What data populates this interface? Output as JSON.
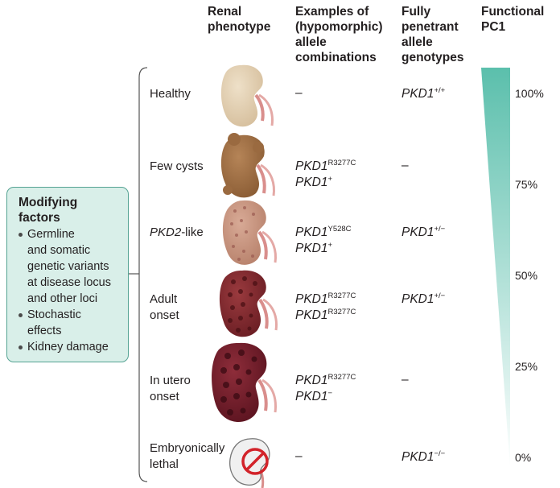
{
  "headers": {
    "renal_phenotype": [
      "Renal",
      "phenotype"
    ],
    "allele_combinations": [
      "Examples of",
      "(hypomorphic)",
      "allele",
      "combinations"
    ],
    "genotypes": [
      "Fully",
      "penetrant",
      "allele",
      "genotypes"
    ],
    "functional_pc1": [
      "Functional",
      "PC1"
    ]
  },
  "modifying_factors": {
    "title": [
      "Modifying",
      "factors"
    ],
    "items": [
      [
        "Germline",
        "and somatic",
        "genetic variants",
        "at disease locus",
        "and other loci"
      ],
      [
        "Stochastic",
        "effects"
      ],
      [
        "Kidney damage"
      ]
    ]
  },
  "rows": [
    {
      "phenotype": [
        "Healthy"
      ],
      "alleles": [],
      "alleles_dash": "–",
      "genotype": {
        "gene": "PKD1",
        "sup": "+/+"
      },
      "kidney": "healthy-kidney-icon"
    },
    {
      "phenotype": [
        "Few cysts"
      ],
      "alleles": [
        {
          "gene": "PKD1",
          "sup": "R3277C"
        },
        {
          "gene": "PKD1",
          "sup": "+"
        }
      ],
      "genotype_dash": "–",
      "kidney": "few-cysts-kidney-icon"
    },
    {
      "phenotype_italic": "PKD2",
      "phenotype": [
        "-like"
      ],
      "alleles": [
        {
          "gene": "PKD1",
          "sup": "Y528C"
        },
        {
          "gene": "PKD1",
          "sup": "+"
        }
      ],
      "genotype": {
        "gene": "PKD1",
        "sup": "+/−"
      },
      "kidney": "pkd2-like-kidney-icon"
    },
    {
      "phenotype": [
        "Adult",
        "onset"
      ],
      "alleles": [
        {
          "gene": "PKD1",
          "sup": "R3277C"
        },
        {
          "gene": "PKD1",
          "sup": "R3277C"
        }
      ],
      "genotype": {
        "gene": "PKD1",
        "sup": "+/−"
      },
      "kidney": "adult-onset-kidney-icon"
    },
    {
      "phenotype": [
        "In utero",
        "onset"
      ],
      "alleles": [
        {
          "gene": "PKD1",
          "sup": "R3277C"
        },
        {
          "gene": "PKD1",
          "sup": "−"
        }
      ],
      "genotype_dash": "–",
      "kidney": "in-utero-kidney-icon"
    },
    {
      "phenotype": [
        "Embryonically",
        "lethal"
      ],
      "alleles": [],
      "alleles_dash": "–",
      "genotype": {
        "gene": "PKD1",
        "sup": "−/−"
      },
      "kidney": "lethal-kidney-icon"
    }
  ],
  "functional_scale": [
    "100%",
    "75%",
    "50%",
    "25%",
    "0%"
  ],
  "colors": {
    "teal": "#5bbfac",
    "box_fill": "#d9efe9",
    "box_border": "#55a393"
  }
}
